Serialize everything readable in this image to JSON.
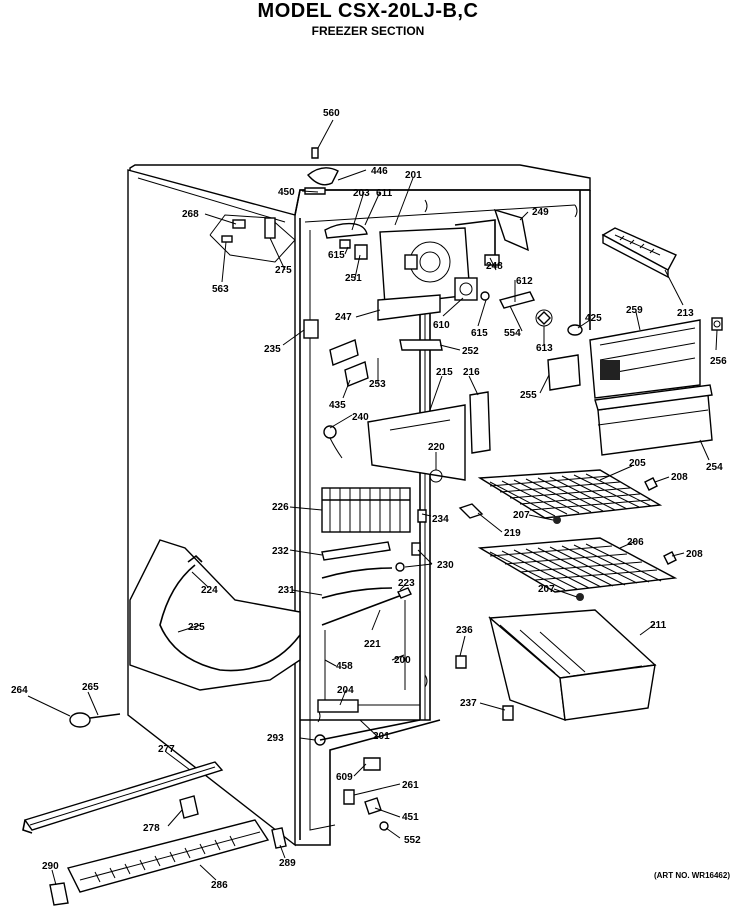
{
  "header": {
    "model": "MODEL CSX-20LJ-B,C",
    "section": "FREEZER SECTION"
  },
  "footer": {
    "art_no": "(ART NO. WR16462)"
  },
  "parts": [
    "560",
    "446",
    "450",
    "201",
    "203",
    "611",
    "249",
    "268",
    "615",
    "251",
    "275",
    "563",
    "248",
    "612",
    "213",
    "247",
    "610",
    "615",
    "554",
    "613",
    "425",
    "259",
    "256",
    "235",
    "252",
    "253",
    "435",
    "215",
    "216",
    "255",
    "240",
    "220",
    "254",
    "226",
    "205",
    "208",
    "234",
    "207",
    "219",
    "232",
    "230",
    "206",
    "208",
    "224",
    "223",
    "231",
    "207",
    "221",
    "211",
    "225",
    "236",
    "458",
    "200",
    "264",
    "265",
    "204",
    "237",
    "201",
    "293",
    "277",
    "609",
    "261",
    "278",
    "451",
    "552",
    "290",
    "289",
    "286"
  ]
}
